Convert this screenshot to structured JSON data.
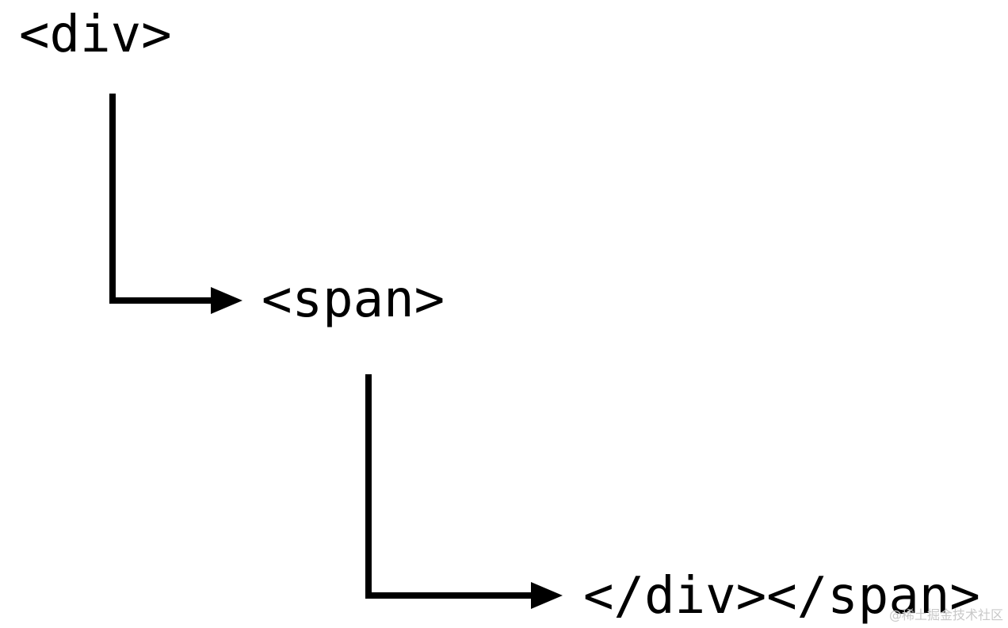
{
  "diagram": {
    "nodes": [
      {
        "id": "div-open",
        "label": "<div>"
      },
      {
        "id": "span-open",
        "label": "<span>"
      },
      {
        "id": "close-tags",
        "label": "</div></span>"
      }
    ],
    "edges": [
      {
        "from": "div-open",
        "to": "span-open"
      },
      {
        "from": "span-open",
        "to": "close-tags"
      }
    ],
    "colors": {
      "line": "#000000",
      "text": "#000000",
      "background": "#ffffff"
    }
  },
  "watermark": {
    "text": "@稀土掘金技术社区"
  }
}
